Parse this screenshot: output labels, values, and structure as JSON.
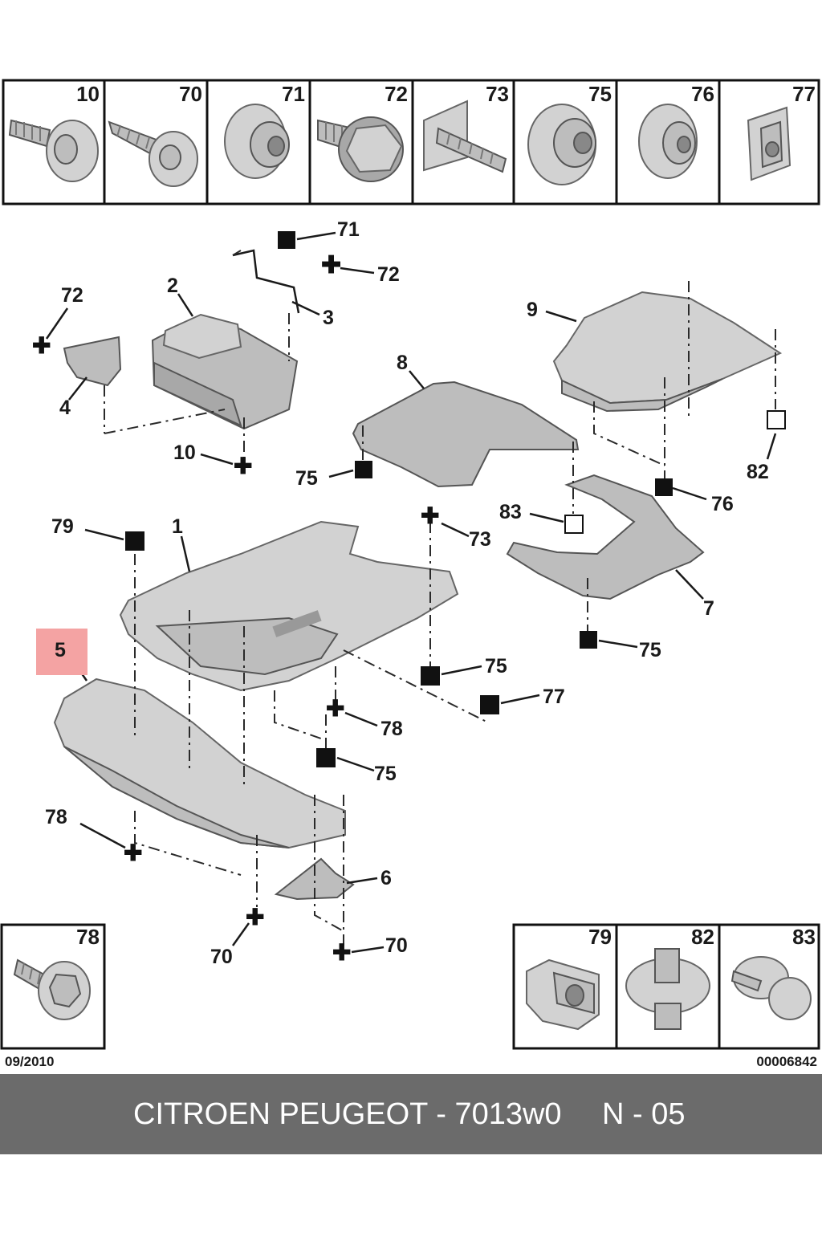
{
  "top_row": [
    "10",
    "70",
    "71",
    "72",
    "73",
    "75",
    "76",
    "77"
  ],
  "callouts": {
    "c71": "71",
    "c72a": "72",
    "c72b": "72",
    "c2": "2",
    "c3": "3",
    "c4": "4",
    "c9": "9",
    "c8": "8",
    "c10": "10",
    "c75a": "75",
    "c82": "82",
    "c76": "76",
    "c83": "83",
    "c79": "79",
    "c1": "1",
    "c73": "73",
    "c7": "7",
    "c5": "5",
    "c75b": "75",
    "c75c": "75",
    "c77": "77",
    "c78a": "78",
    "c75d": "75",
    "c78b": "78",
    "c6": "6",
    "c70a": "70",
    "c70b": "70"
  },
  "bottom_left": [
    "78"
  ],
  "bottom_right": [
    "79",
    "82",
    "83"
  ],
  "date": "09/2010",
  "ref_number": "00006842",
  "footer": {
    "title": "CITROEN PEUGEOT - 7013w0",
    "code": "N - 05"
  },
  "colors": {
    "highlight": "#f4a3a3",
    "footer_bg": "#6b6b6b",
    "part": "#bdbdbd"
  }
}
